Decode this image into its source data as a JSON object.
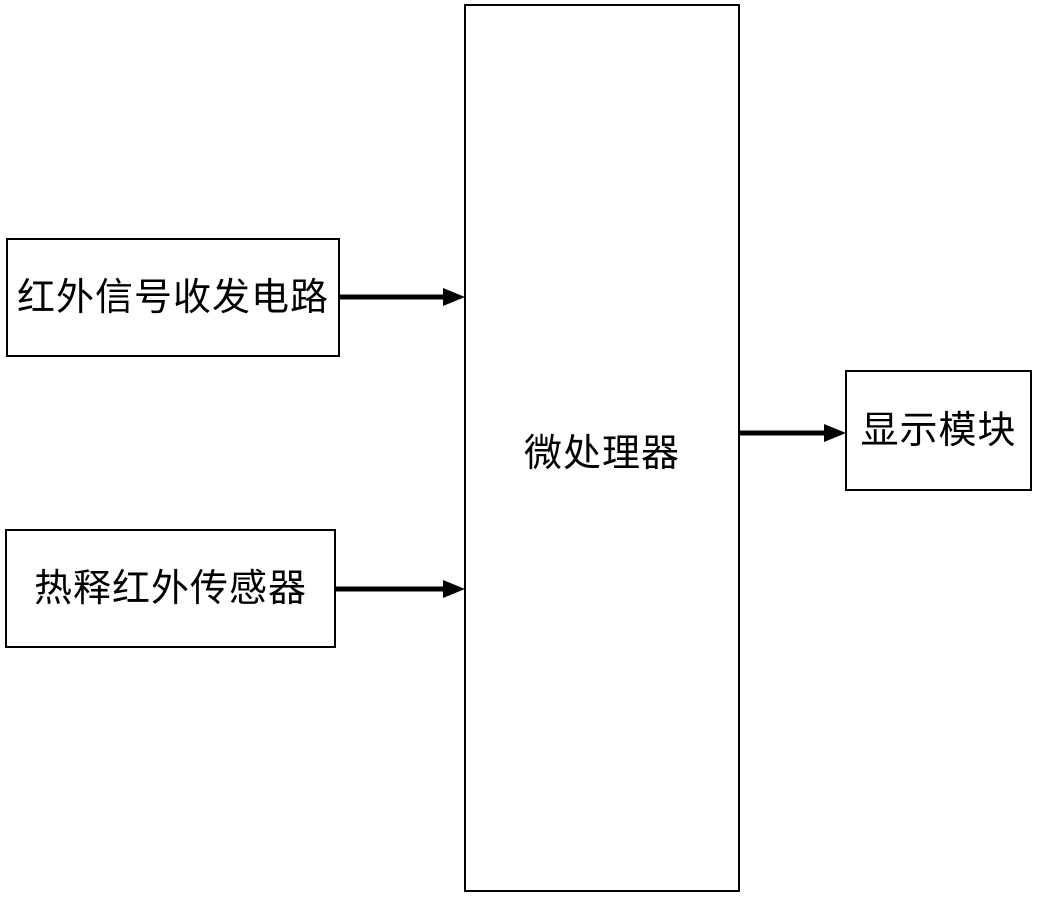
{
  "diagram": {
    "type": "block-diagram",
    "orientation": "left-to-right",
    "background_color": "#ffffff",
    "line_color": "#000000",
    "text_color": "#000000",
    "blocks": [
      {
        "id": "ir-transceiver",
        "label": "红外信号收发电路",
        "role": "input-source"
      },
      {
        "id": "pyro-sensor",
        "label": "热释红外传感器",
        "role": "input-source"
      },
      {
        "id": "microprocessor",
        "label": "微处理器",
        "role": "processing-unit"
      },
      {
        "id": "display",
        "label": "显示模块",
        "role": "output"
      }
    ],
    "connections": [
      {
        "id": "ir-to-mcu",
        "from": "ir-transceiver",
        "to": "microprocessor",
        "style": "solid-arrow",
        "direction": "right"
      },
      {
        "id": "sensor-to-mcu",
        "from": "pyro-sensor",
        "to": "microprocessor",
        "style": "solid-arrow",
        "direction": "right"
      },
      {
        "id": "mcu-to-display",
        "from": "microprocessor",
        "to": "display",
        "style": "solid-arrow",
        "direction": "right"
      }
    ]
  }
}
